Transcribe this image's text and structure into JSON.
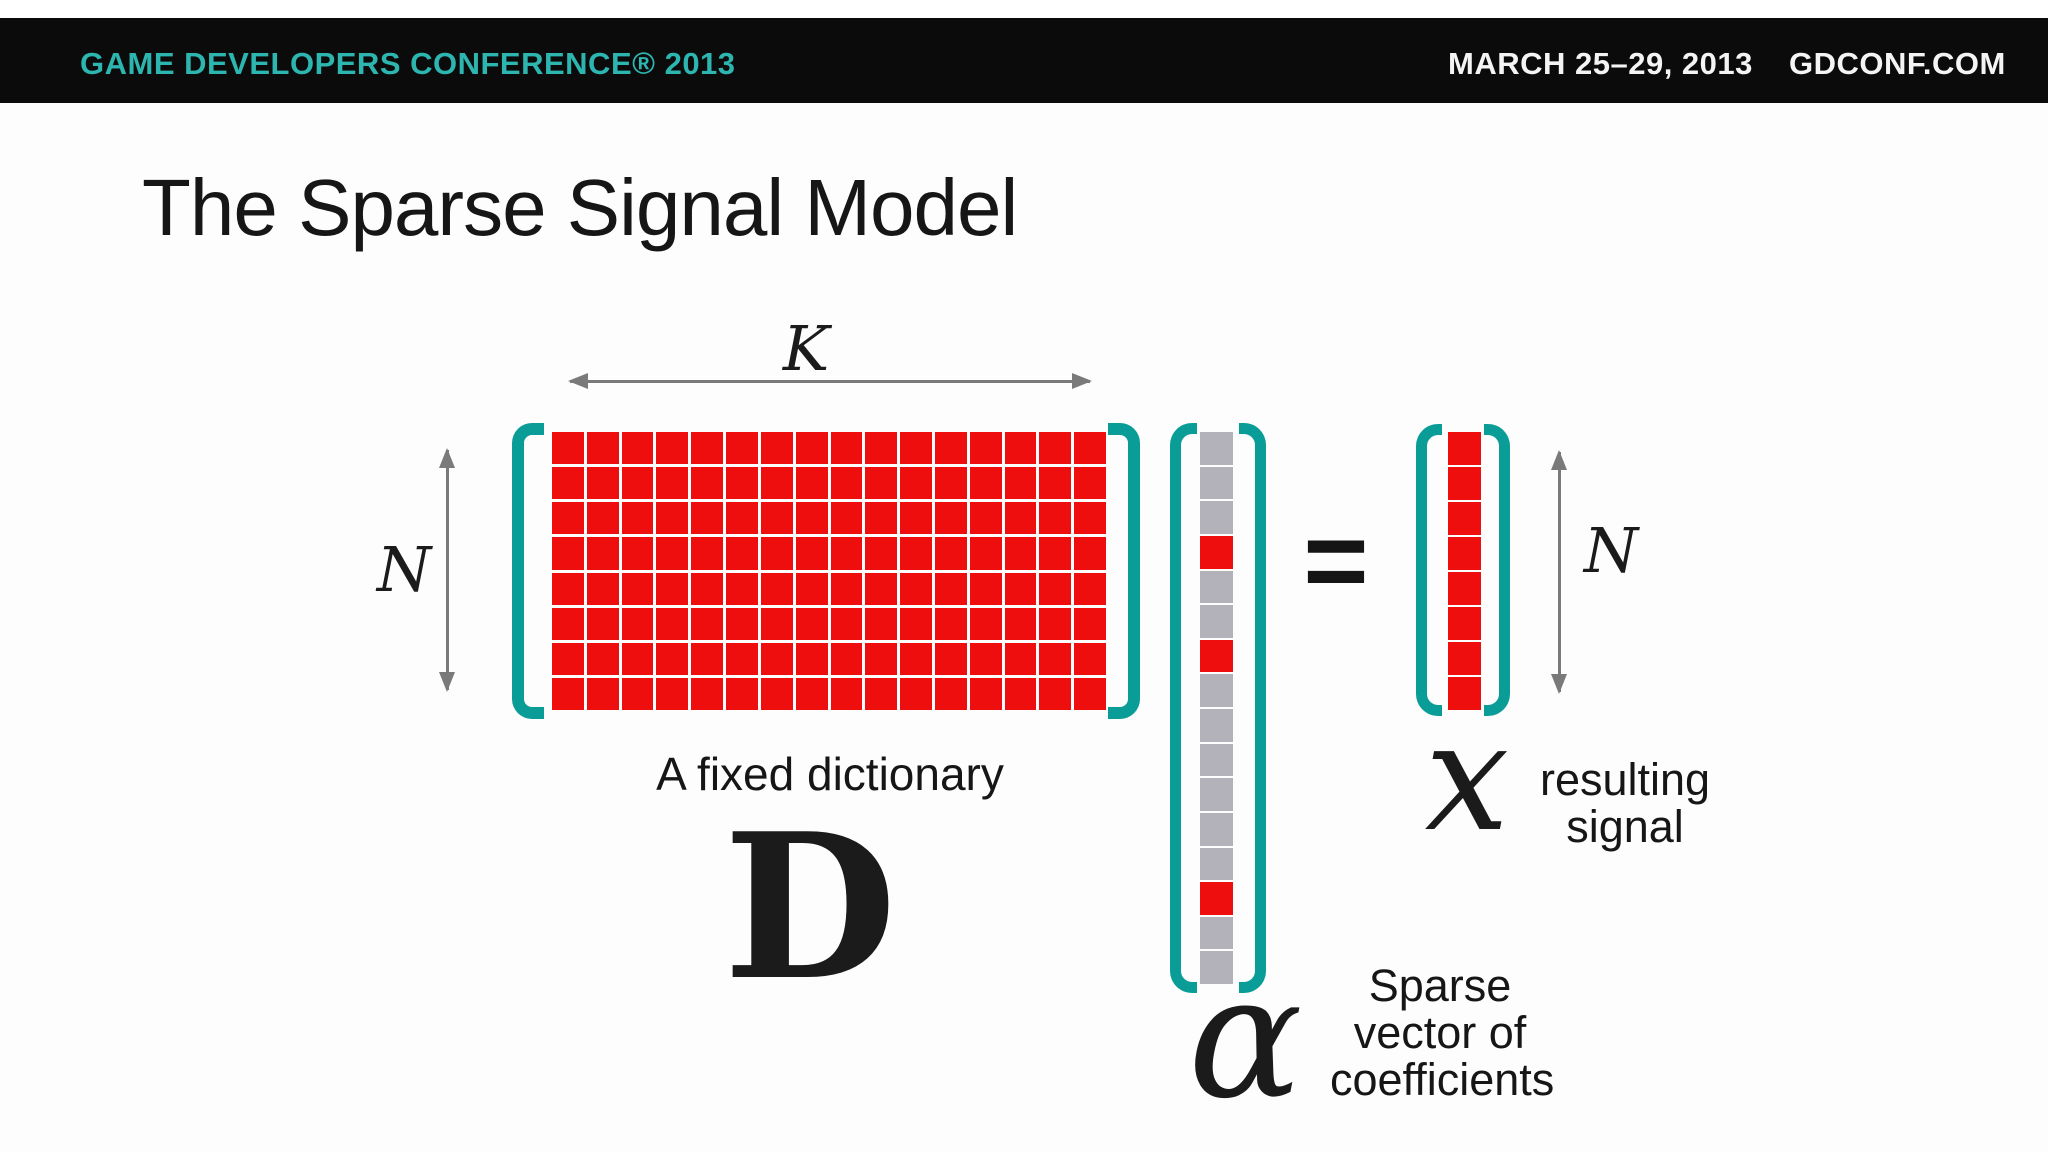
{
  "header": {
    "conference": "GAME DEVELOPERS CONFERENCE® 2013",
    "dates": "MARCH 25–29, 2013",
    "website": "GDCONF.COM"
  },
  "slide": {
    "title": "The Sparse Signal Model"
  },
  "diagram": {
    "dictionary": {
      "rows": 8,
      "cols": 16,
      "cell_color": "#ee0e0e",
      "width_label": "K",
      "height_label": "N",
      "caption": "A fixed dictionary",
      "symbol": "D"
    },
    "alpha": {
      "rows": 16,
      "cols": 1,
      "cell_color": "#b3b2bb",
      "highlight_color": "#ee0e0e",
      "highlight_indices": [
        4,
        7,
        14
      ],
      "symbol": "α",
      "caption_lines": [
        "Sparse",
        "vector of",
        "coefficients"
      ]
    },
    "equals": "=",
    "result": {
      "rows": 8,
      "cols": 1,
      "cell_color": "#ee0e0e",
      "height_label": "N",
      "symbol": "x",
      "caption_lines": [
        "resulting",
        "signal"
      ]
    }
  },
  "colors": {
    "teal_bracket": "#0a9c97",
    "header_teal": "#2db5af",
    "arrow_gray": "#7a7a7a",
    "red": "#ee0e0e",
    "gray_cell": "#b3b2bb",
    "header_bg": "#0b0b0b",
    "text": "#161616"
  }
}
